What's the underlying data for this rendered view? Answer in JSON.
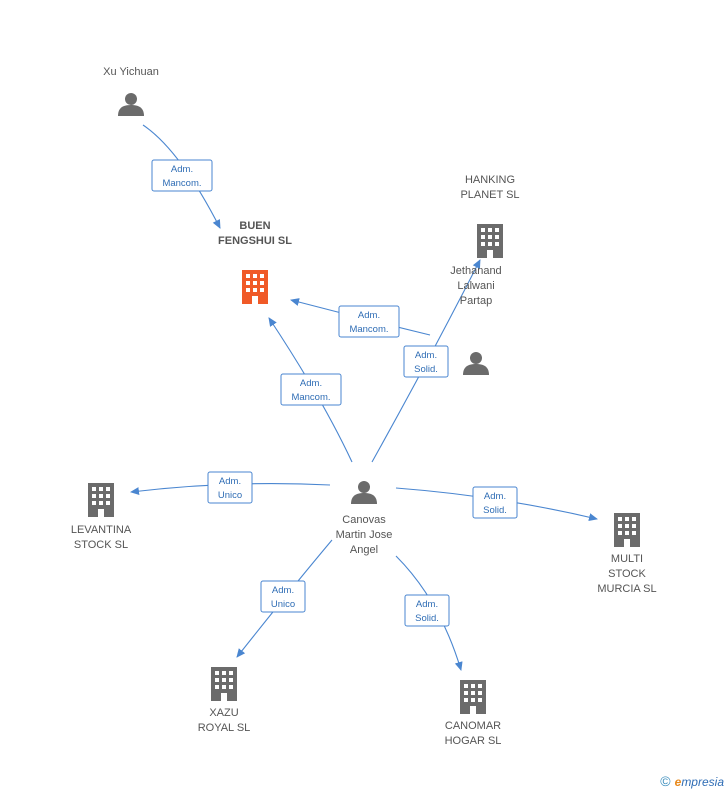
{
  "colors": {
    "main_company": "#f05a28",
    "company": "#6b6b6b",
    "person": "#6b6b6b",
    "edge": "#4a86d0",
    "relation_text": "#2f6db5"
  },
  "nodes": [
    {
      "id": "xu",
      "type": "person",
      "icon": "person-icon",
      "lines": [
        "Xu Yichuan"
      ]
    },
    {
      "id": "buen",
      "type": "company-main",
      "icon": "building-icon",
      "lines": [
        "BUEN",
        "FENGSHUI SL"
      ]
    },
    {
      "id": "hanking",
      "type": "company",
      "icon": "building-icon",
      "lines": [
        "HANKING",
        "PLANET SL"
      ]
    },
    {
      "id": "jethanand",
      "type": "person",
      "icon": "person-icon",
      "lines": [
        "Jethanand",
        "Lalwani",
        "Partap"
      ]
    },
    {
      "id": "canovas",
      "type": "person",
      "icon": "person-icon",
      "lines": [
        "Canovas",
        "Martin Jose",
        "Angel"
      ]
    },
    {
      "id": "levantina",
      "type": "company",
      "icon": "building-icon",
      "lines": [
        "LEVANTINA",
        "STOCK  SL"
      ]
    },
    {
      "id": "multi",
      "type": "company",
      "icon": "building-icon",
      "lines": [
        "MULTI",
        "STOCK",
        "MURCIA  SL"
      ]
    },
    {
      "id": "xazu",
      "type": "company",
      "icon": "building-icon",
      "lines": [
        "XAZU",
        "ROYAL  SL"
      ]
    },
    {
      "id": "canomar",
      "type": "company",
      "icon": "building-icon",
      "lines": [
        "CANOMAR",
        "HOGAR  SL"
      ]
    }
  ],
  "relations": [
    {
      "id": "r1",
      "from": "xu",
      "to": "buen",
      "lines": [
        "Adm.",
        "Mancom."
      ]
    },
    {
      "id": "r2",
      "from": "jethanand",
      "to": "buen",
      "lines": [
        "Adm.",
        "Mancom."
      ]
    },
    {
      "id": "r3",
      "from": "canovas",
      "to": "buen",
      "lines": [
        "Adm.",
        "Mancom."
      ]
    },
    {
      "id": "r4",
      "from": "canovas",
      "to": "hanking",
      "lines": [
        "Adm.",
        "Solid."
      ]
    },
    {
      "id": "r5",
      "from": "canovas",
      "to": "levantina",
      "lines": [
        "Adm.",
        "Unico"
      ]
    },
    {
      "id": "r6",
      "from": "canovas",
      "to": "multi",
      "lines": [
        "Adm.",
        "Solid."
      ]
    },
    {
      "id": "r7",
      "from": "canovas",
      "to": "xazu",
      "lines": [
        "Adm.",
        "Unico"
      ]
    },
    {
      "id": "r8",
      "from": "canovas",
      "to": "canomar",
      "lines": [
        "Adm.",
        "Solid."
      ]
    }
  ],
  "footer": {
    "copyright_symbol": "©",
    "brand_initial": "e",
    "brand_rest": "mpresia"
  }
}
